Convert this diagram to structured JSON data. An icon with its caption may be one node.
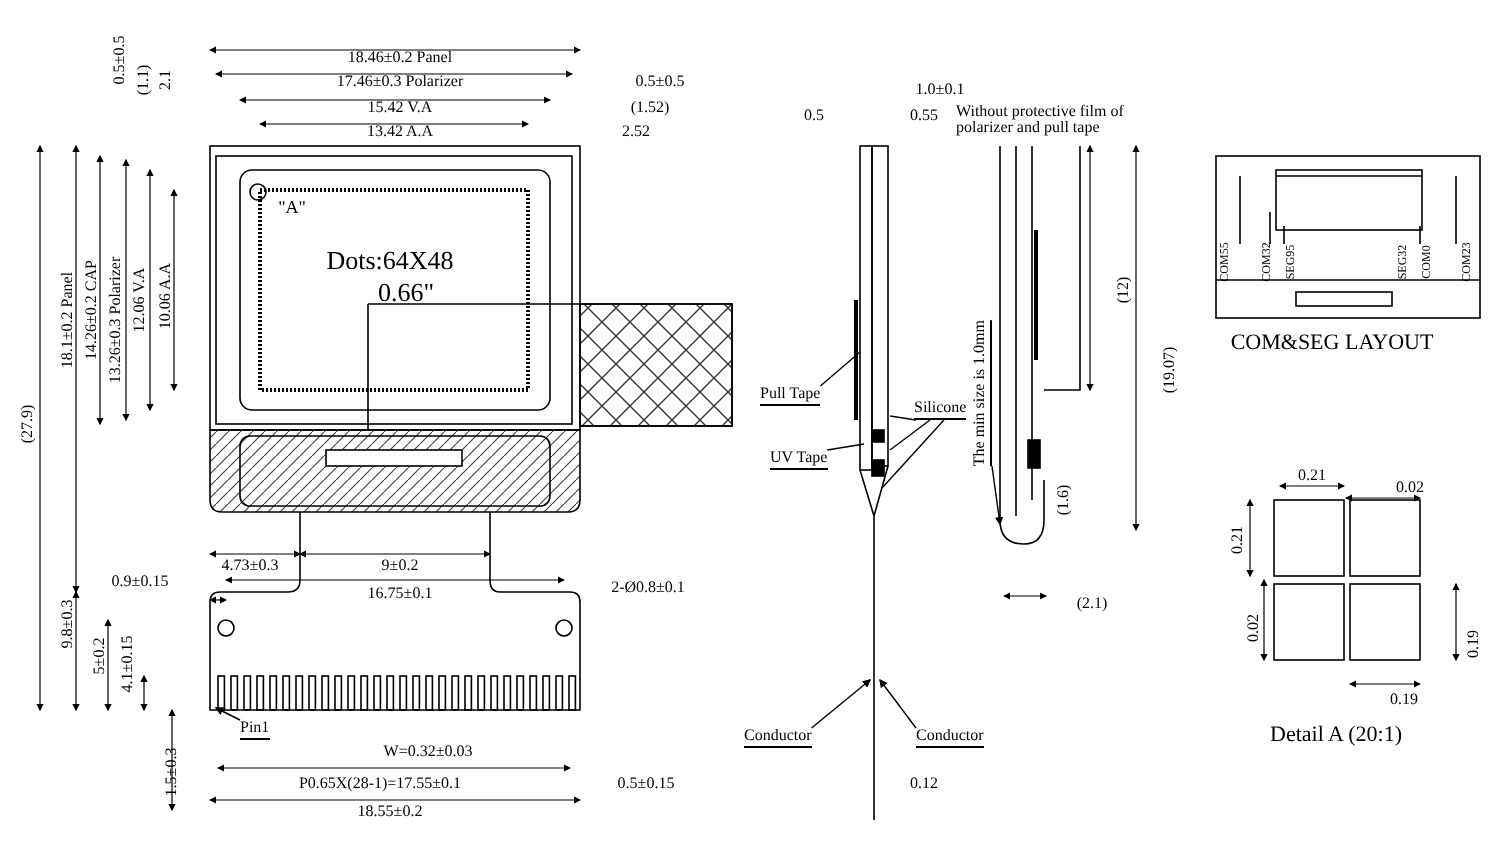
{
  "diagram": {
    "nodes": [
      {
        "text": [
          "Pull Tape"
        ]
      },
      {
        "text": [
          "UV Tape"
        ]
      },
      {
        "text": [
          "Silicone"
        ]
      },
      {
        "text": [
          "Conductor"
        ]
      },
      {
        "text": [
          "Conductor"
        ]
      },
      {
        "text": [
          "Pin1"
        ]
      },
      {
        "text": [
          "The min size is 1.0mm"
        ]
      }
    ],
    "edges": [
      {
        "from": 0,
        "to": null,
        "arrow": "none"
      },
      {
        "from": 1,
        "to": null,
        "arrow": "none"
      },
      {
        "from": 2,
        "to": null,
        "arrow": "none"
      },
      {
        "from": 2,
        "to": null,
        "arrow": "none"
      },
      {
        "from": 2,
        "to": null,
        "arrow": "none"
      },
      {
        "from": 3,
        "to": null,
        "arrow": "to"
      },
      {
        "from": 4,
        "to": null,
        "arrow": "to"
      },
      {
        "from": 5,
        "to": null,
        "arrow": "to"
      },
      {
        "from": 6,
        "to": null,
        "arrow": "to"
      }
    ],
    "labels": [
      "18.46±0.2 Panel",
      "17.46±0.3 Polarizer",
      "15.42 V.A",
      "13.42 A.A",
      "0.5±0.5",
      "(1.52)",
      "2.52",
      "0.5±0.5",
      "(1.1)",
      "2.1",
      "(27.9)",
      "18.1±0.2 Panel",
      "14.26±0.2 CAP",
      "13.26±0.3 Polarizer",
      "12.06 V.A",
      "10.06 A.A",
      "\"A\"",
      "Dots:64X48",
      "0.66\"",
      "4.73±0.3",
      "9±0.2",
      "16.75±0.1",
      "0.9±0.15",
      "2-Ø0.8±0.1",
      "9.8±0.3",
      "5±0.2",
      "4.1±0.15",
      "W=0.32±0.03",
      "P0.65X(28-1)=17.55±0.1",
      "0.5±0.15",
      "18.55±0.2",
      "1.5±0.3",
      "1.0±0.1",
      "0.5",
      "0.55",
      "Without protective film of polarizer and pull tape",
      "(12)",
      "(19.07)",
      "(1.6)",
      "(2.1)",
      "0.12",
      "COM&SEG LAYOUT",
      "COM55",
      "COM32",
      "SEG95",
      "SEG32",
      "COM0",
      "COM23",
      "0.21",
      "0.02",
      "0.21",
      "0.02",
      "0.19",
      "0.19",
      "Detail A (20:1)"
    ]
  }
}
